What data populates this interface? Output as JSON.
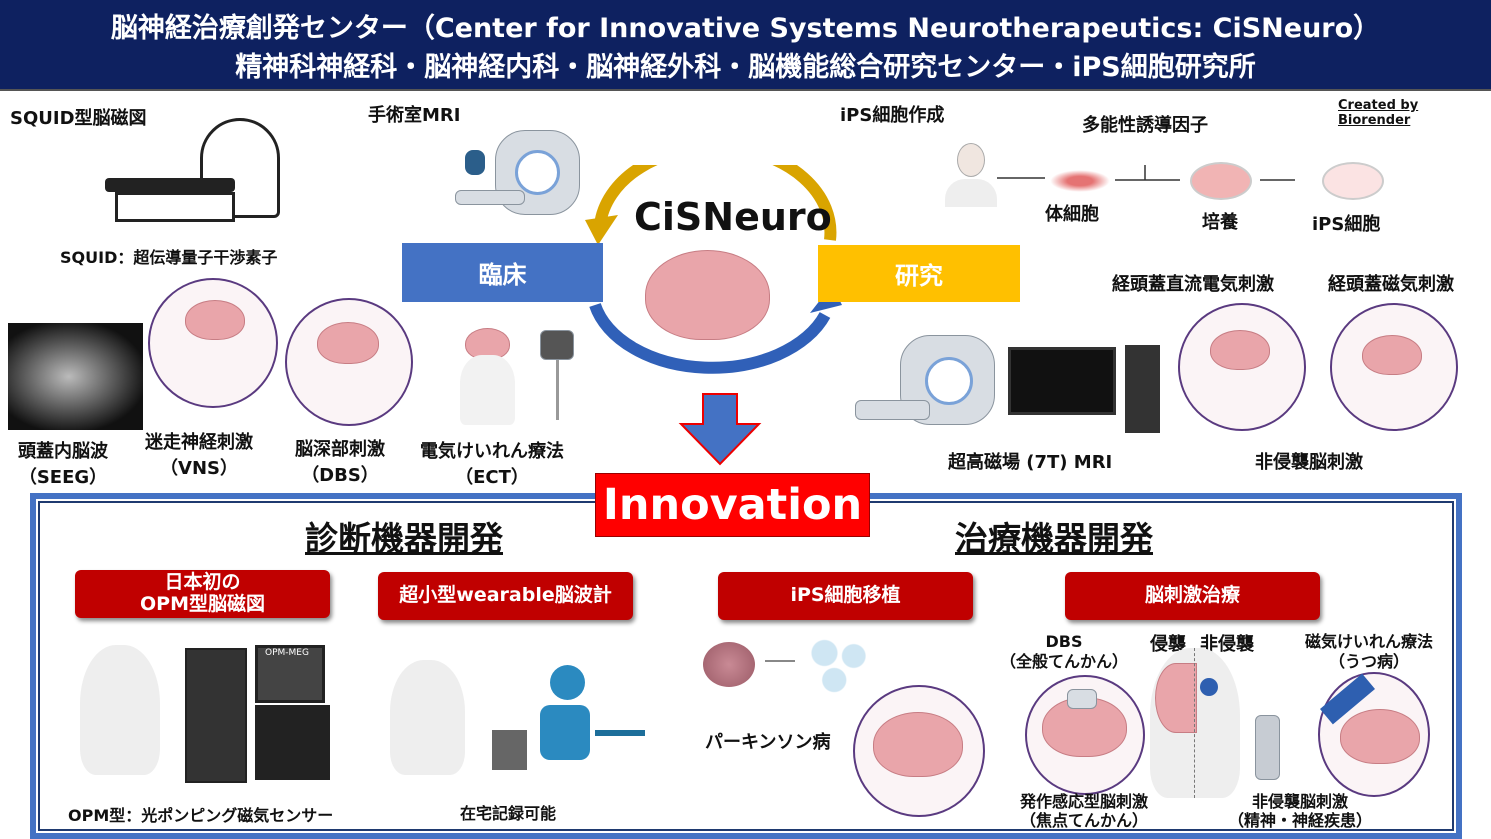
{
  "header": {
    "line1": "脳神経治療創発センター（Center for Innovative Systems Neurotherapeutics: CiSNeuro）",
    "line2": "精神科神経科・脳神経内科・脳神経外科・脳機能総合研究センター・iPS細胞研究所"
  },
  "credit": "Created by Biorender",
  "center": {
    "title": "CiSNeuro",
    "clinical": "臨床",
    "research": "研究",
    "innovation": "Innovation"
  },
  "clinical_items": {
    "squid_title": "SQUID型脳磁図",
    "squid_desc": "SQUID：超伝導量子干渉素子",
    "mri": "手術室MRI",
    "seeg": [
      "頭蓋内脳波",
      "（SEEG）"
    ],
    "vns": [
      "迷走神経刺激",
      "（VNS）"
    ],
    "dbs": [
      "脳深部刺激",
      "（DBS）"
    ],
    "ect": [
      "電気けいれん療法",
      "（ECT）"
    ]
  },
  "research_items": {
    "ips_title": "iPS細胞作成",
    "factor": "多能性誘導因子",
    "somatic": "体細胞",
    "culture": "培養",
    "ips": "iPS細胞",
    "tdcs": "経頭蓋直流電気刺激",
    "tms": "経頭蓋磁気刺激",
    "noninvasive": "非侵襲脳刺激",
    "mri7t": "超高磁場 (7T) MRI"
  },
  "bottom": {
    "diag_title": "診断機器開発",
    "ther_title": "治療機器開発",
    "opm_btn": [
      "日本初の",
      "OPM型脳磁図"
    ],
    "eeg_btn": "超小型wearable脳波計",
    "ips_btn": "iPS細胞移植",
    "stim_btn": "脳刺激治療",
    "opm_screen": "OPM-MEG",
    "opm_desc": "OPM型：光ポンピング磁気センサー",
    "eeg_desc": "在宅記録可能",
    "parkinson": "パーキンソン病",
    "dbs": [
      "DBS",
      "（全般てんかん）"
    ],
    "invasive": "侵襲",
    "noninvasive": "非侵襲",
    "mct": [
      "磁気けいれん療法",
      "（うつ病）"
    ],
    "responsive": [
      "発作感応型脳刺激",
      "（焦点てんかん）"
    ],
    "noninv_stim": [
      "非侵襲脳刺激",
      "（精神・神経疾患）"
    ]
  },
  "colors": {
    "header": "#0e2160",
    "clinical": "#4472c4",
    "research": "#ffc000",
    "red": "#c00000",
    "innovation": "#ff0000"
  }
}
